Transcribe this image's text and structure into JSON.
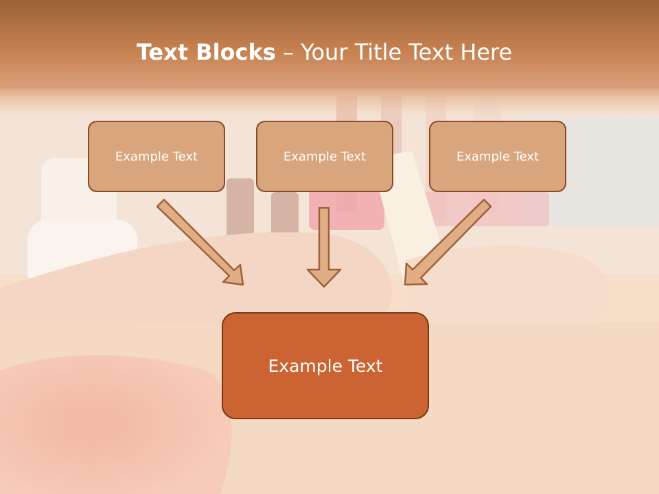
{
  "title": {
    "bold": "Text Blocks",
    "dash": " – ",
    "rest": "Your Title Text Here"
  },
  "blocks": [
    {
      "label": "Example Text"
    },
    {
      "label": "Example Text"
    },
    {
      "label": "Example Text"
    }
  ],
  "result": {
    "label": "Example Text"
  },
  "colors": {
    "header_band": "#c07b4c",
    "small_box_fill": "#d9a57c",
    "small_box_border": "#8a4a25",
    "result_fill": "#cb6432",
    "arrow_fill": "#dfae84",
    "arrow_stroke": "#a0603a"
  }
}
